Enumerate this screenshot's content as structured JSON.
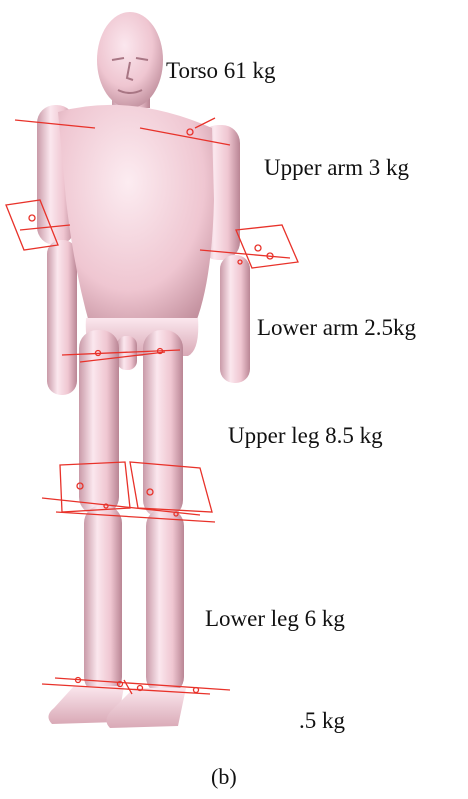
{
  "figure": {
    "labels": {
      "torso": "Torso 61 kg",
      "upper_arm": "Upper arm 3 kg",
      "lower_arm": "Lower arm 2.5kg",
      "upper_leg": "Upper leg 8.5 kg",
      "lower_leg": "Lower leg  6 kg",
      "foot": ".5 kg"
    },
    "caption": "(b)",
    "colors": {
      "body_fill": "#efc6d1",
      "body_shadow": "#c99aa8",
      "body_highlight": "#fbe7ee",
      "joint_marker": "#e8322a",
      "text": "#111111",
      "background": "#ffffff"
    }
  }
}
